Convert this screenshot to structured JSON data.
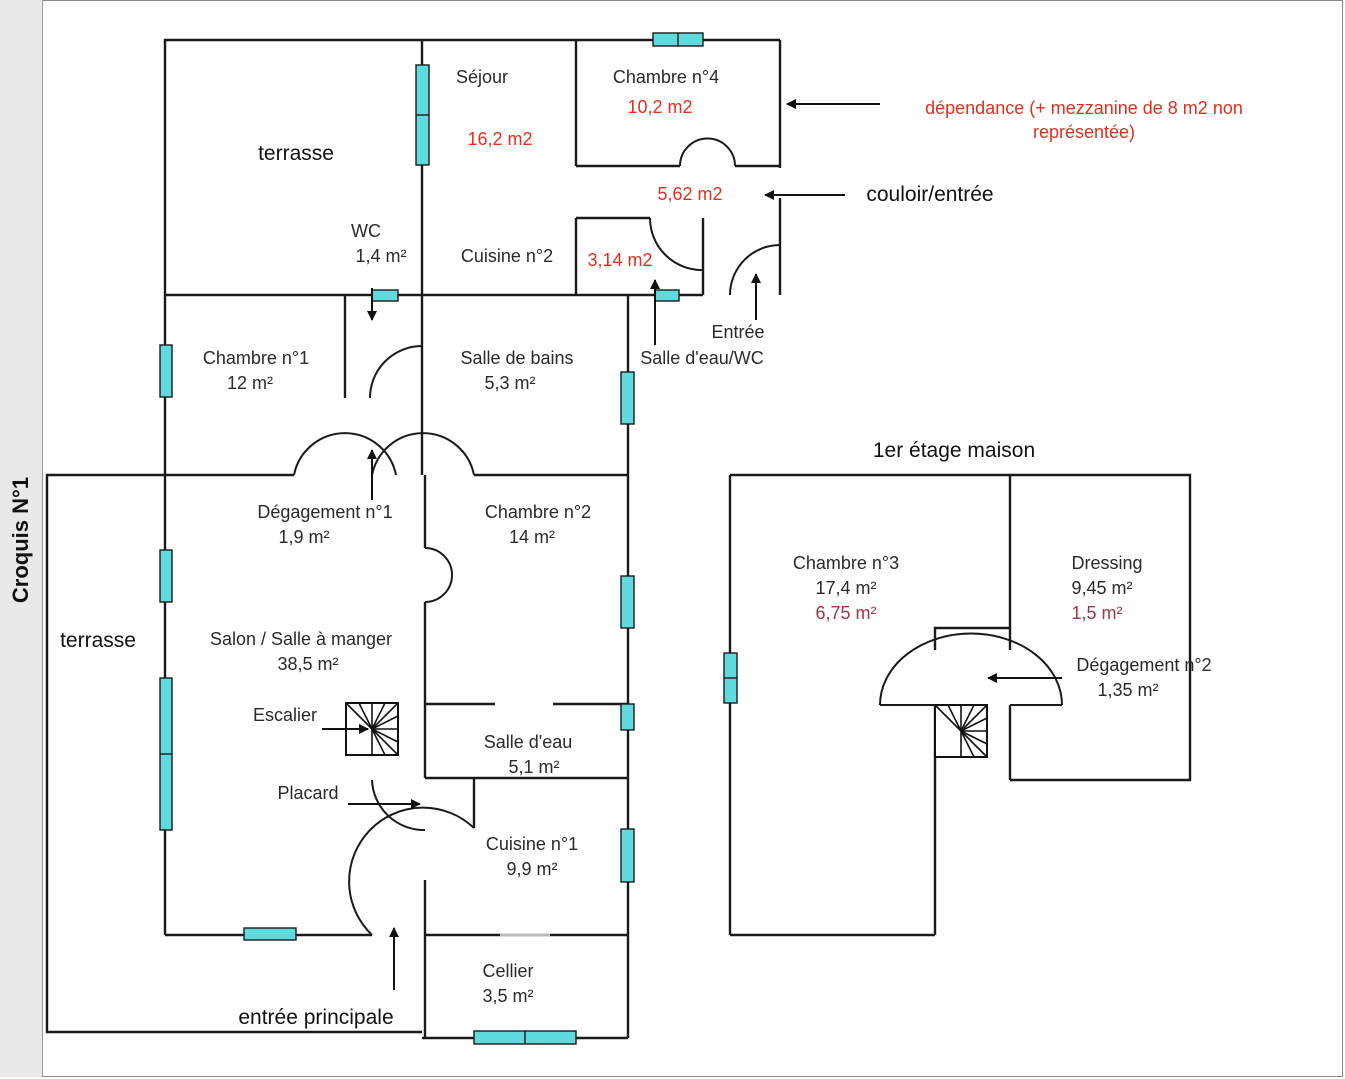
{
  "sidebar": {
    "title": "Croquis N°1"
  },
  "labels": {
    "terrasse_top": "terrasse",
    "terrasse_left": "terrasse",
    "sejour": "Séjour",
    "sejour_area": "16,2 m2",
    "chambre4": "Chambre n°4",
    "chambre4_area": "10,2 m2",
    "dependance_1": "dépendance (+ mezzanine de 8 m2 non",
    "dependance_2": "représentée)",
    "couloir_area": "5,62 m2",
    "couloir": "couloir/entrée",
    "wc": "WC",
    "wc_area": "1,4  m²",
    "cuisine2": "Cuisine n°2",
    "cuisine2_area": "3,14 m2",
    "entree": "Entrée",
    "salle_eau_wc": "Salle d'eau/WC",
    "chambre1": "Chambre n°1",
    "chambre1_area": "12  m²",
    "sdb": "Salle de bains",
    "sdb_area": "5,3  m²",
    "etage": "1er étage maison",
    "degagement1": "Dégagement n°1",
    "degagement1_area": "1,9  m²",
    "chambre2": "Chambre n°2",
    "chambre2_area": "14  m²",
    "salon": "Salon / Salle à manger",
    "salon_area": "38,5  m²",
    "escalier": "Escalier",
    "salle_eau": "Salle d'eau",
    "salle_eau_area": "5,1  m²",
    "placard": "Placard",
    "cuisine1": "Cuisine n°1",
    "cuisine1_area": "9,9  m²",
    "cellier": "Cellier",
    "cellier_area": "3,5  m²",
    "entree_principale": "entrée principale",
    "chambre3": "Chambre n°3",
    "chambre3_area": "17,4  m²",
    "chambre3_area2": "6,75  m²",
    "dressing": "Dressing",
    "dressing_area": "9,45  m²",
    "dressing_area2": "1,5  m²",
    "degagement2": "Dégagement n°2",
    "degagement2_area": "1,35  m²"
  },
  "colors": {
    "window": "#5fdbe0",
    "annotation_red": "#e0301e",
    "annotation_maroon": "#a0384a",
    "wall": "#1a1a1a"
  }
}
